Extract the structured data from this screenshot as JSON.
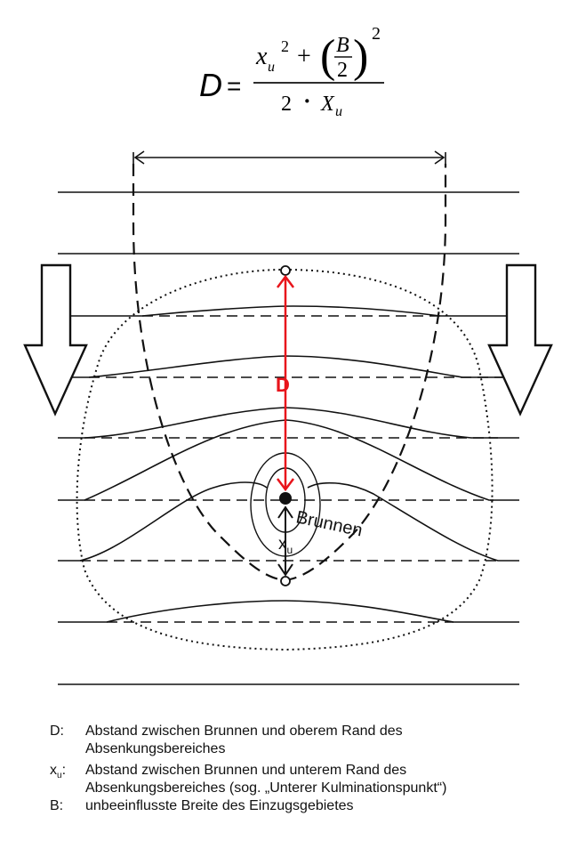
{
  "formula": {
    "lhs": "D",
    "equals": "=",
    "num_x": "x",
    "num_x_sub": "u",
    "num_x_exp": "2",
    "plus": "+",
    "paren_open": "(",
    "frac_top": "B",
    "frac_bottom": "2",
    "paren_close": ")",
    "paren_exp": "2",
    "den_two": "2",
    "den_dot": "·",
    "den_x": "X",
    "den_x_sub": "u"
  },
  "diagram": {
    "distance_label": "D",
    "well_label": "Brunnen",
    "xu_label": "x",
    "xu_sub": "u",
    "accent_color": "#e8141b",
    "line_color": "#111111"
  },
  "legend": [
    {
      "key": "D:",
      "key_sub": "",
      "lines": [
        "Abstand zwischen Brunnen und oberem Rand des",
        "Absenkungsbereiches"
      ]
    },
    {
      "key": "x",
      "key_sub": "u",
      "key_suffix": ":",
      "lines": [
        "Abstand zwischen Brunnen und unterem Rand des",
        "Absenkungsbereiches (sog. „Unterer Kulminationspunkt“)"
      ]
    },
    {
      "key": "B:",
      "key_sub": "",
      "lines": [
        "unbeeinflusste Breite des Einzugsgebietes"
      ]
    }
  ]
}
